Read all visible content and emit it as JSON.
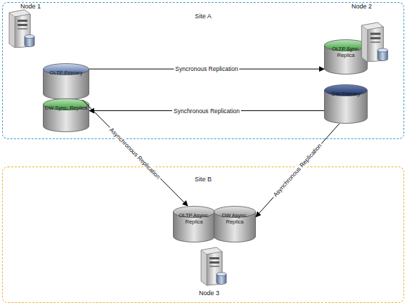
{
  "diagram": {
    "nodes": [
      {
        "text": [
          "Site A"
        ]
      },
      {
        "text": [
          "OLTP Primary"
        ],
        "in": 0
      },
      {
        "text": [
          "DW Sync. Replica"
        ],
        "in": 0
      },
      {
        "text": [
          "OLTP Sync. Replica"
        ],
        "in": 0
      },
      {
        "text": [
          "DW Primary"
        ],
        "in": 0
      },
      {
        "text": [
          "Site B"
        ]
      },
      {
        "text": [
          "OLTP Async. Replica"
        ],
        "in": 5
      },
      {
        "text": [
          "DW Async. Replica"
        ],
        "in": 5
      }
    ],
    "edges": [
      {
        "from": 1,
        "to": 3,
        "arrow": "to",
        "label": "Syncronous Replication"
      },
      {
        "from": 4,
        "to": 2,
        "arrow": "to",
        "label": "Synchronous Replication"
      },
      {
        "from": 1,
        "to": 6,
        "arrow": "to",
        "label": "Asynchronous Replication"
      },
      {
        "from": 4,
        "to": 7,
        "arrow": "to",
        "label": "Asynchronous Replication"
      }
    ],
    "labels": [
      "Node 1",
      "Node 2",
      "Node 3"
    ]
  }
}
